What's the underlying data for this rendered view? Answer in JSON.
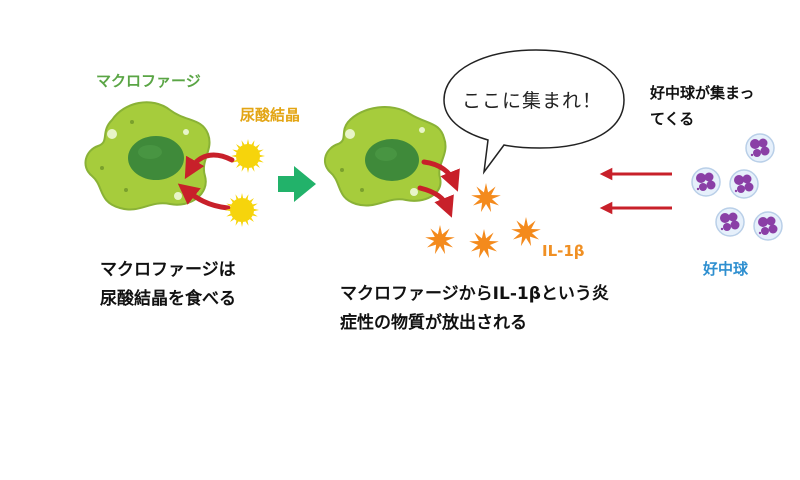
{
  "labels": {
    "macrophage": "マクロファージ",
    "urate_crystal": "尿酸結晶",
    "il1b": "IL-1β",
    "neutrophil": "好中球"
  },
  "speech_bubble": "ここに集まれ！",
  "notes": {
    "neutrophils_gather_line1": "好中球が集まっ",
    "neutrophils_gather_line2": "てくる"
  },
  "captions": {
    "step1_line1": "マクロファージは",
    "step1_line2": "尿酸結晶を食べる",
    "step2_line1": "マクロファージからIL-1βという炎",
    "step2_line2": "症性の物質が放出される"
  },
  "colors": {
    "macrophage_body": "#a6cc3c",
    "macrophage_nucleus": "#3f8a3a",
    "crystal": "#f6d40c",
    "cytokine": "#f48a1c",
    "arrow_red": "#c8202a",
    "step_arrow": "#22b26a",
    "neutrophil_lobes": "#8a3fa6"
  }
}
